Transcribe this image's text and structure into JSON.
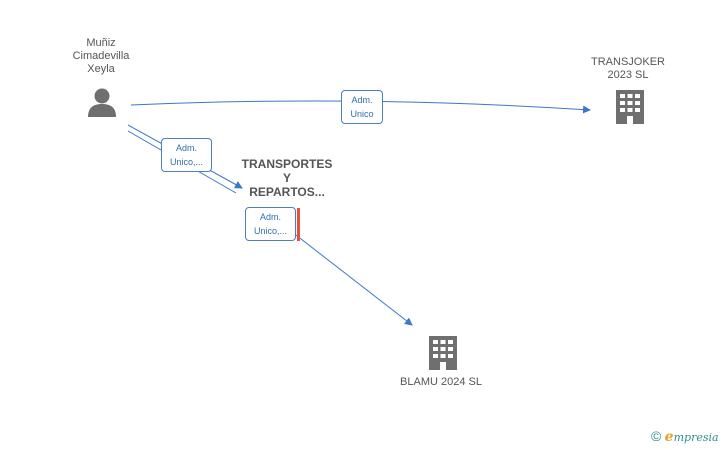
{
  "nodes": {
    "person": {
      "name_lines": [
        "Muñiz",
        "Cimadevilla",
        "Xeyla"
      ],
      "icon": "person-icon"
    },
    "transjoker": {
      "name_lines": [
        "TRANSJOKER",
        "2023  SL"
      ],
      "icon": "building-icon"
    },
    "transportes": {
      "name_lines": [
        "TRANSPORTES",
        "Y",
        "REPARTOS..."
      ]
    },
    "blamu": {
      "name_lines": [
        "BLAMU 2024  SL"
      ],
      "icon": "building-icon"
    }
  },
  "edges": [
    {
      "from": "person",
      "to": "transjoker",
      "label_lines": [
        "Adm.",
        "Unico"
      ]
    },
    {
      "from": "person",
      "to": "transportes",
      "label_lines": [
        "Adm.",
        "Unico,..."
      ]
    },
    {
      "from": "transportes",
      "to": "blamu",
      "label_lines": [
        "Adm.",
        "Unico,..."
      ]
    }
  ],
  "colors": {
    "edge": "#3a78c8",
    "icon": "#6f6f6f",
    "accent": "#e8523a"
  },
  "brand": {
    "copyright": "©",
    "e": "e",
    "rest": "mpresia"
  }
}
